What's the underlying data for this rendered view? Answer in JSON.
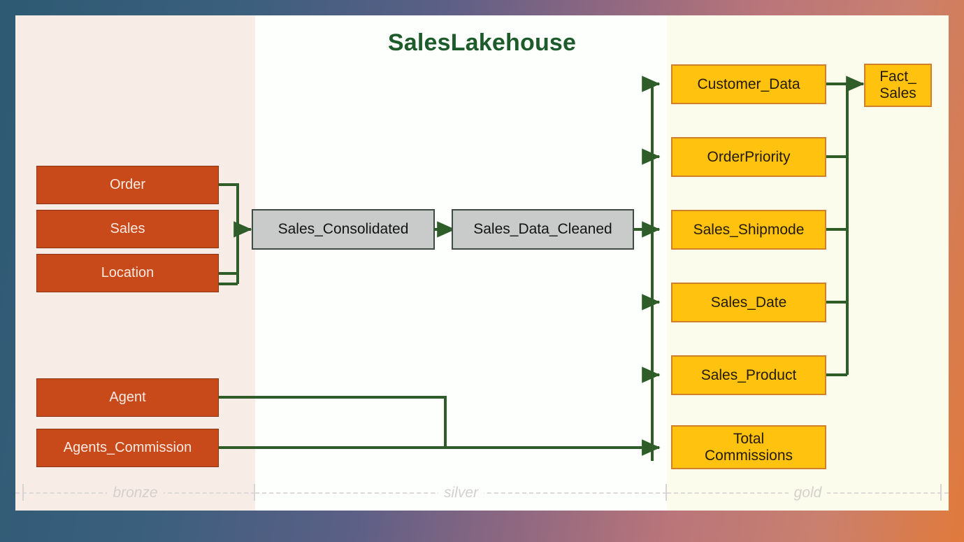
{
  "diagram": {
    "title": "SalesLakehouse",
    "title_color": "#1d5b2b",
    "connector_color": "#2f5d2a",
    "layers": [
      {
        "key": "bronze",
        "label": "bronze",
        "background": "#f8ece7"
      },
      {
        "key": "silver",
        "label": "silver",
        "background": "#fdfffd"
      },
      {
        "key": "gold",
        "label": "gold",
        "background": "#fcfcec"
      }
    ],
    "bronze_nodes": [
      {
        "id": "order",
        "label": "Order"
      },
      {
        "id": "sales",
        "label": "Sales"
      },
      {
        "id": "location",
        "label": "Location"
      },
      {
        "id": "agent",
        "label": "Agent"
      },
      {
        "id": "agents-commission",
        "label": "Agents_Commission"
      }
    ],
    "silver_nodes": [
      {
        "id": "sales-consolidated",
        "label": "Sales_Consolidated"
      },
      {
        "id": "sales-data-cleaned",
        "label": "Sales_Data_Cleaned"
      }
    ],
    "gold_nodes": [
      {
        "id": "customer-data",
        "label": "Customer_Data"
      },
      {
        "id": "order-priority",
        "label": "OrderPriority"
      },
      {
        "id": "sales-shipmode",
        "label": "Sales_Shipmode"
      },
      {
        "id": "sales-date",
        "label": "Sales_Date"
      },
      {
        "id": "sales-product",
        "label": "Sales_Product"
      },
      {
        "id": "total-commissions",
        "label_line1": "Total",
        "label_line2": "Commissions"
      }
    ],
    "fact_node": {
      "id": "fact-sales",
      "label_line1": "Fact_",
      "label_line2": "Sales"
    },
    "colors": {
      "bronze_fill": "#c8491a",
      "bronze_border": "#8e3412",
      "bronze_text": "#fdeae2",
      "silver_fill": "#c9cbcb",
      "silver_border": "#3e4a44",
      "gold_fill": "#ffc20e",
      "gold_border": "#d0802a",
      "arrow": "#2f5d2a"
    }
  }
}
